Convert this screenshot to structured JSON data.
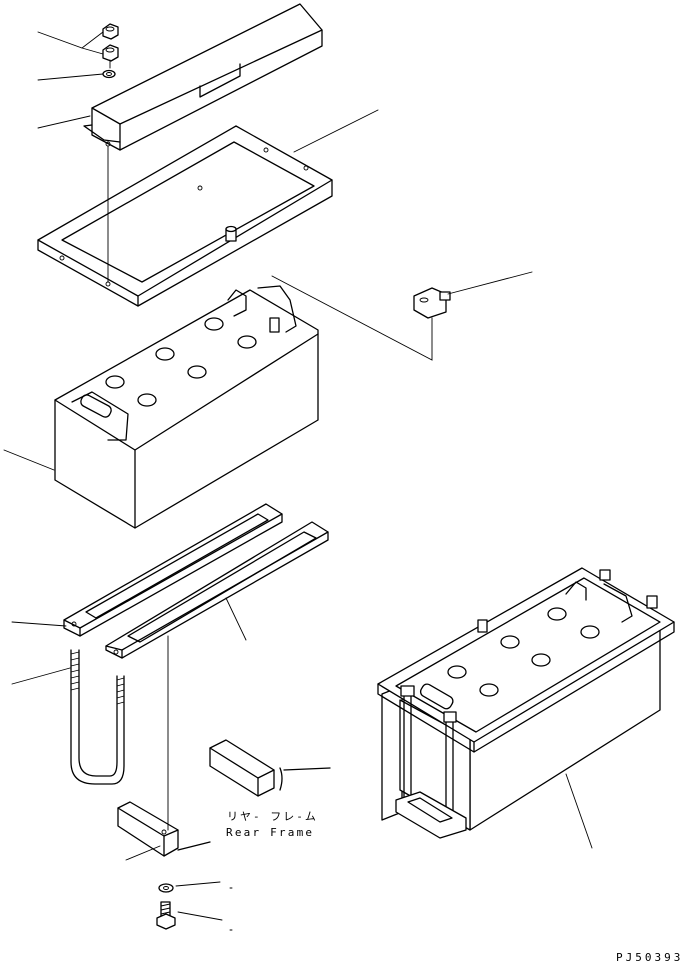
{
  "labels": {
    "frame_ja": "リヤ- フレ-ム",
    "frame_en": "Rear Frame",
    "drawing_code": "PJ50393"
  }
}
